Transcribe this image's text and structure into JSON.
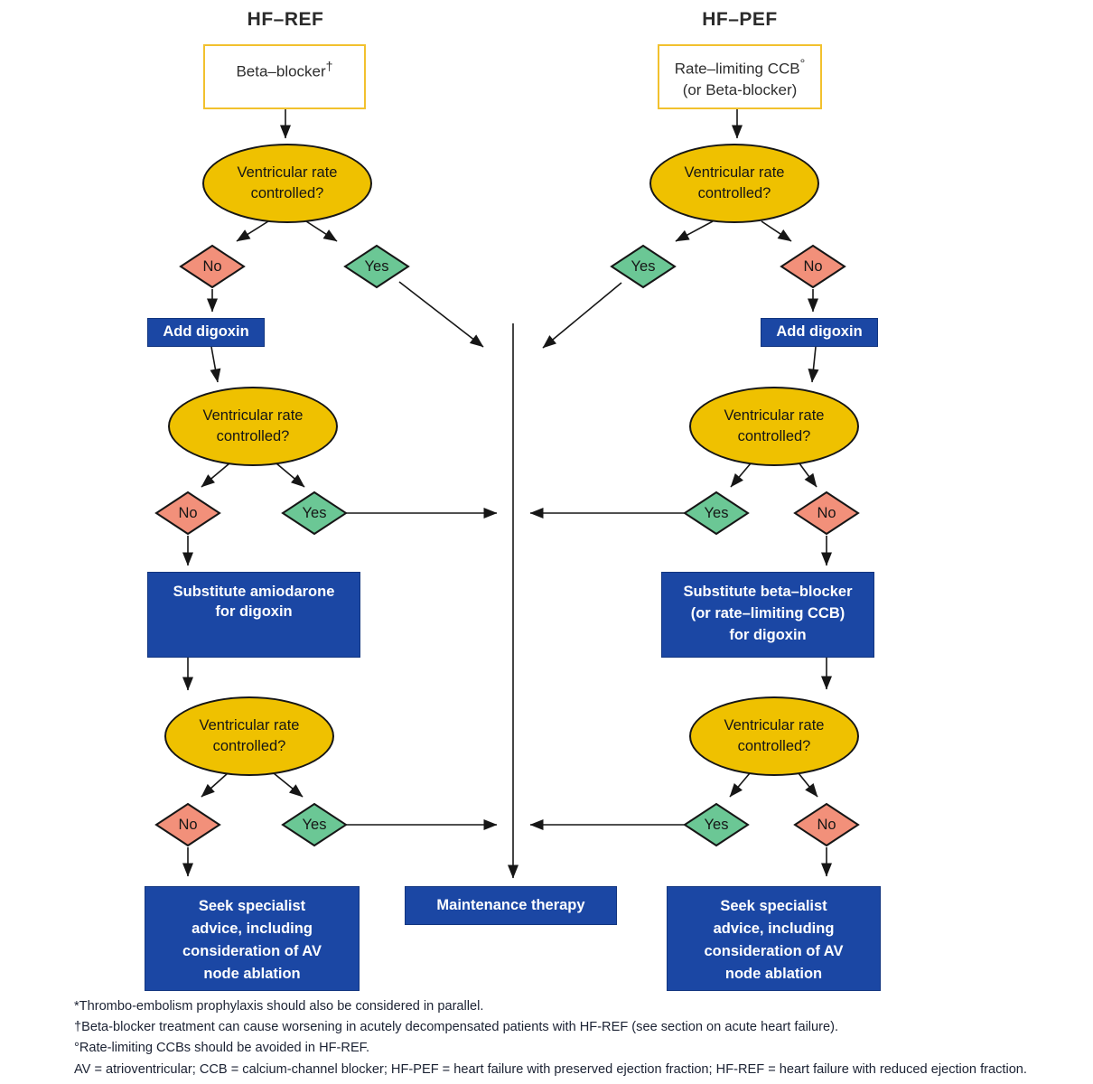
{
  "diagram": {
    "left": {
      "title": "HF–REF",
      "start_box": {
        "label": "Beta–blocker",
        "sup": "†"
      },
      "substitute_lines": [
        "Substitute amiodarone",
        "for digoxin"
      ]
    },
    "right": {
      "title": "HF–PEF",
      "start_box": {
        "line1": "Rate–limiting CCB",
        "sup": "°",
        "line2": "(or Beta-blocker)"
      },
      "substitute_lines": [
        "Substitute beta–blocker",
        "(or rate–limiting CCB)",
        "for digoxin"
      ]
    },
    "shared": {
      "question": "Ventricular rate controlled?",
      "yes": "Yes",
      "no": "No",
      "add_digoxin": "Add digoxin",
      "maintenance": "Maintenance therapy",
      "seek_lines": [
        "Seek specialist",
        "advice, including",
        "consideration of AV",
        "node ablation"
      ]
    },
    "footnotes": [
      "*Thrombo-embolism prophylaxis should also be considered in parallel.",
      "†Beta-blocker treatment can cause worsening in acutely decompensated patients with HF-REF (see section on acute heart failure).",
      "°Rate-limiting CCBs should be avoided in HF-REF.",
      "AV = atrioventricular; CCB = calcium-channel blocker; HF-PEF = heart failure with preserved ejection fraction; HF-REF = heart failure with reduced ejection fraction."
    ],
    "colors": {
      "decision-yellow": "#EFC100",
      "yes-green": "#6BC795",
      "no-salmon": "#F2907A",
      "action-blue": "#1B47A4",
      "action-blue-border": "#12357F",
      "start-border-gold": "#F2C12E",
      "line-ink": "#161616",
      "title-ink": "#2B2B2B",
      "footnote-ink": "#1B2233"
    }
  }
}
